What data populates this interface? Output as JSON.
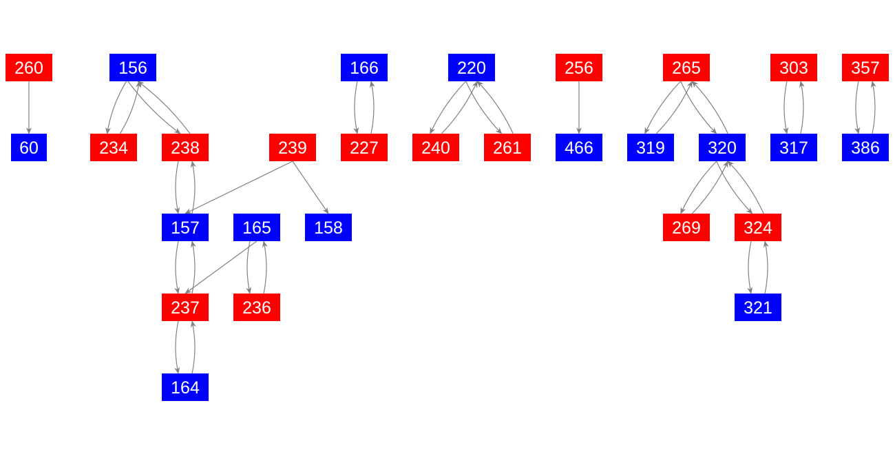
{
  "colors": {
    "red": "#ff0000",
    "blue": "#0000ff",
    "edge": "#808080",
    "text": "#ffffff"
  },
  "nodes": [
    {
      "id": "260",
      "color": "red"
    },
    {
      "id": "60",
      "color": "blue"
    },
    {
      "id": "156",
      "color": "blue"
    },
    {
      "id": "234",
      "color": "red"
    },
    {
      "id": "238",
      "color": "red"
    },
    {
      "id": "239",
      "color": "red"
    },
    {
      "id": "157",
      "color": "blue"
    },
    {
      "id": "165",
      "color": "blue"
    },
    {
      "id": "158",
      "color": "blue"
    },
    {
      "id": "237",
      "color": "red"
    },
    {
      "id": "236",
      "color": "red"
    },
    {
      "id": "164",
      "color": "blue"
    },
    {
      "id": "166",
      "color": "blue"
    },
    {
      "id": "227",
      "color": "red"
    },
    {
      "id": "220",
      "color": "blue"
    },
    {
      "id": "240",
      "color": "red"
    },
    {
      "id": "261",
      "color": "red"
    },
    {
      "id": "256",
      "color": "red"
    },
    {
      "id": "466",
      "color": "blue"
    },
    {
      "id": "265",
      "color": "red"
    },
    {
      "id": "319",
      "color": "blue"
    },
    {
      "id": "320",
      "color": "blue"
    },
    {
      "id": "269",
      "color": "red"
    },
    {
      "id": "324",
      "color": "red"
    },
    {
      "id": "321",
      "color": "blue"
    },
    {
      "id": "303",
      "color": "red"
    },
    {
      "id": "317",
      "color": "blue"
    },
    {
      "id": "357",
      "color": "red"
    },
    {
      "id": "386",
      "color": "blue"
    }
  ],
  "edges": [
    [
      "260",
      "60"
    ],
    [
      "156",
      "234"
    ],
    [
      "234",
      "156"
    ],
    [
      "156",
      "238"
    ],
    [
      "238",
      "156"
    ],
    [
      "238",
      "157"
    ],
    [
      "157",
      "238"
    ],
    [
      "239",
      "157"
    ],
    [
      "239",
      "158"
    ],
    [
      "157",
      "237"
    ],
    [
      "237",
      "157"
    ],
    [
      "165",
      "237"
    ],
    [
      "165",
      "236"
    ],
    [
      "236",
      "165"
    ],
    [
      "237",
      "164"
    ],
    [
      "164",
      "237"
    ],
    [
      "166",
      "227"
    ],
    [
      "227",
      "166"
    ],
    [
      "220",
      "240"
    ],
    [
      "240",
      "220"
    ],
    [
      "220",
      "261"
    ],
    [
      "261",
      "220"
    ],
    [
      "256",
      "466"
    ],
    [
      "265",
      "319"
    ],
    [
      "319",
      "265"
    ],
    [
      "265",
      "320"
    ],
    [
      "320",
      "265"
    ],
    [
      "320",
      "269"
    ],
    [
      "269",
      "320"
    ],
    [
      "320",
      "324"
    ],
    [
      "324",
      "320"
    ],
    [
      "324",
      "321"
    ],
    [
      "321",
      "324"
    ],
    [
      "303",
      "317"
    ],
    [
      "317",
      "303"
    ],
    [
      "357",
      "386"
    ],
    [
      "386",
      "357"
    ]
  ]
}
